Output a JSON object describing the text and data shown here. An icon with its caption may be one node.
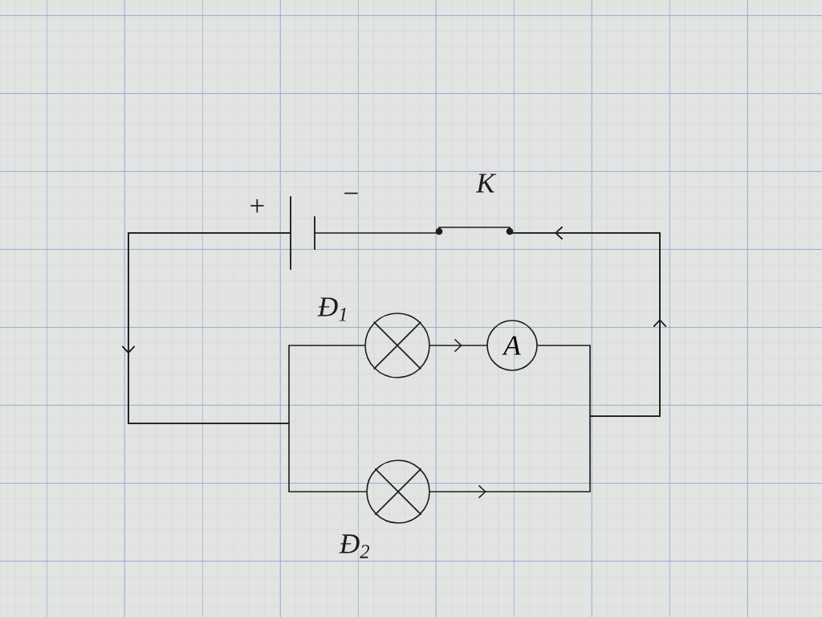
{
  "diagram": {
    "nodes": [
      {
        "text": [],
        "shape": "battery",
        "beside": [
          "+",
          "−"
        ]
      },
      {
        "text": [],
        "shape": "switch",
        "beside": [
          "K"
        ]
      },
      {
        "text": [],
        "shape": "lamp",
        "beside": [
          "Đ$_{1}$"
        ]
      },
      {
        "text": [
          "A"
        ]
      },
      {
        "text": [],
        "shape": "lamp",
        "beside": [
          "Đ$_{2}$"
        ]
      }
    ],
    "edges": [
      {
        "from": 0,
        "to": 2,
        "arrow": "to"
      },
      {
        "from": 0,
        "to": 4,
        "arrow": "to"
      },
      {
        "from": 2,
        "to": 3,
        "arrow": "to"
      },
      {
        "from": 3,
        "to": 1,
        "arrow": "to"
      },
      {
        "from": 4,
        "to": 1,
        "arrow": "to"
      },
      {
        "from": 1,
        "to": 0,
        "arrow": "none"
      }
    ]
  }
}
